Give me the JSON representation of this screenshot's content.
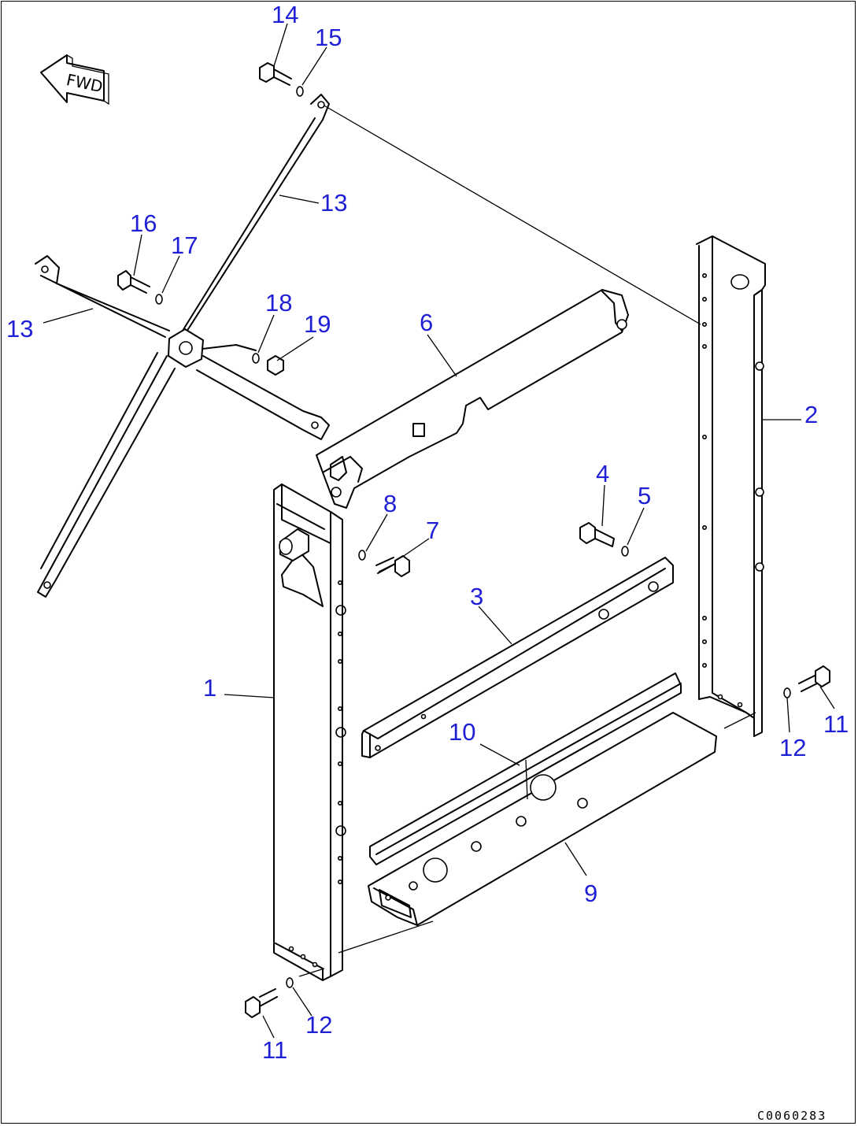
{
  "callouts": [
    {
      "id": "c14",
      "label": "14"
    },
    {
      "id": "c15",
      "label": "15"
    },
    {
      "id": "c13a",
      "label": "13"
    },
    {
      "id": "c16",
      "label": "16"
    },
    {
      "id": "c17",
      "label": "17"
    },
    {
      "id": "c13b",
      "label": "13"
    },
    {
      "id": "c18",
      "label": "18"
    },
    {
      "id": "c19",
      "label": "19"
    },
    {
      "id": "c6",
      "label": "6"
    },
    {
      "id": "c2",
      "label": "2"
    },
    {
      "id": "c4",
      "label": "4"
    },
    {
      "id": "c5",
      "label": "5"
    },
    {
      "id": "c8",
      "label": "8"
    },
    {
      "id": "c7",
      "label": "7"
    },
    {
      "id": "c3",
      "label": "3"
    },
    {
      "id": "c1",
      "label": "1"
    },
    {
      "id": "c10",
      "label": "10"
    },
    {
      "id": "c11a",
      "label": "11"
    },
    {
      "id": "c12a",
      "label": "12"
    },
    {
      "id": "c9",
      "label": "9"
    },
    {
      "id": "c12b",
      "label": "12"
    },
    {
      "id": "c11b",
      "label": "11"
    }
  ],
  "fwd_label": "FWD",
  "drawing_code": "C0060283",
  "colors": {
    "callout": "#1f1fd6",
    "line": "#000000",
    "background": "#ffffff"
  }
}
